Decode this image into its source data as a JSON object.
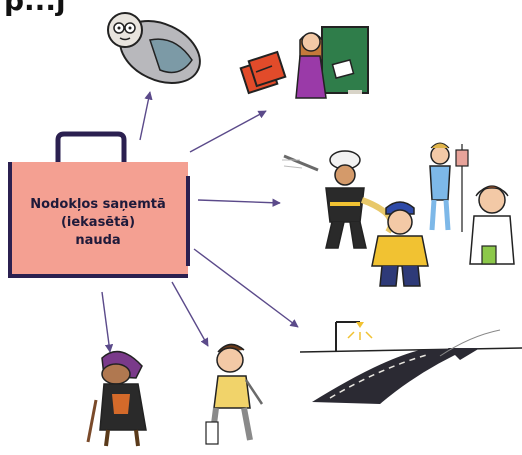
{
  "header_fragment": "p...j",
  "money_box": {
    "line1": "Nodokļos saņemtā",
    "line2": "(iekasētā)",
    "line3": "nauda"
  },
  "colors": {
    "box_fill": "#f4a092",
    "box_outline": "#2b2050",
    "arrow": "#5b4a8a",
    "chalkboard": "#2f7d4a",
    "books": "#e24b2a",
    "road": "#2b2a33"
  },
  "recipients": [
    {
      "icon": "baby-icon"
    },
    {
      "icon": "teacher-icon"
    },
    {
      "icon": "firefighter-icon"
    },
    {
      "icon": "police-officer-icon"
    },
    {
      "icon": "nurse-icon"
    },
    {
      "icon": "doctor-icon"
    },
    {
      "icon": "road-icon"
    },
    {
      "icon": "injured-man-icon"
    },
    {
      "icon": "elderly-woman-icon"
    }
  ]
}
